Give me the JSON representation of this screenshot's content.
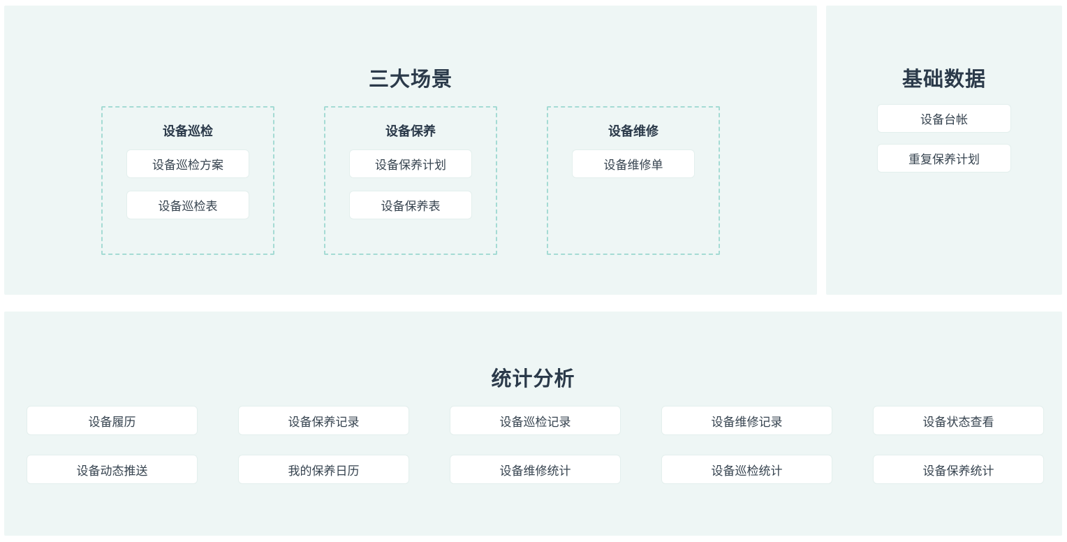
{
  "theme": {
    "panel_bg": "#eef6f5",
    "dashed_border": "#a5dbd4",
    "button_bg": "#ffffff",
    "button_border": "#e3efed",
    "text_color": "#2b3a4a"
  },
  "scenarios": {
    "title": "三大场景",
    "groups": [
      {
        "title": "设备巡检",
        "items": [
          "设备巡检方案",
          "设备巡检表"
        ]
      },
      {
        "title": "设备保养",
        "items": [
          "设备保养计划",
          "设备保养表"
        ]
      },
      {
        "title": "设备维修",
        "items": [
          "设备维修单"
        ]
      }
    ]
  },
  "base_data": {
    "title": "基础数据",
    "items": [
      "设备台帐",
      "重复保养计划"
    ]
  },
  "statistics": {
    "title": "统计分析",
    "items": [
      "设备履历",
      "设备保养记录",
      "设备巡检记录",
      "设备维修记录",
      "设备状态查看",
      "设备动态推送",
      "我的保养日历",
      "设备维修统计",
      "设备巡检统计",
      "设备保养统计"
    ]
  }
}
